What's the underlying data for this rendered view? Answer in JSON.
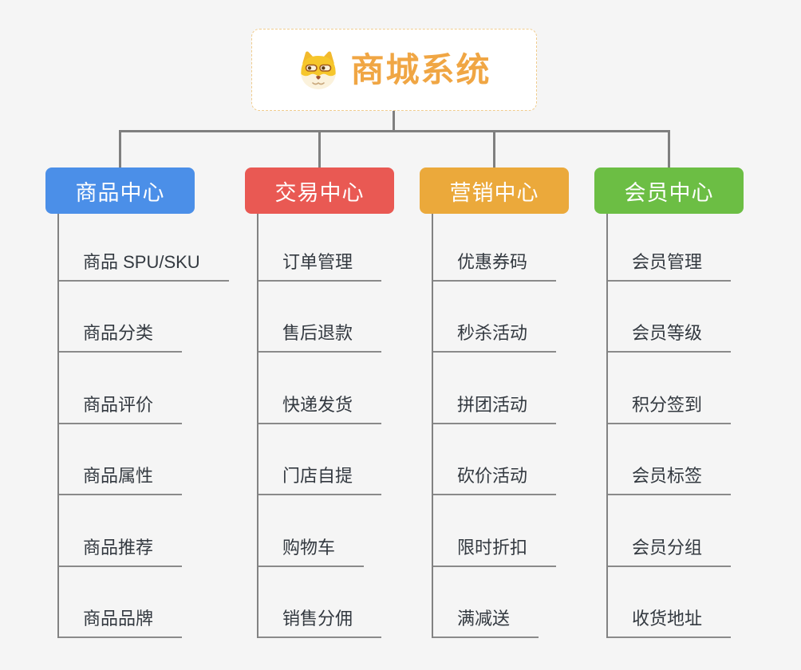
{
  "root": {
    "title": "商城系统",
    "icon": "doge-icon",
    "title_color": "#F0A644",
    "border_color": "#F0CC8E"
  },
  "connector_color": "#7F7F7F",
  "underline_color": "#8A8A8A",
  "background_color": "#F5F5F5",
  "branches": [
    {
      "label": "商品中心",
      "color": "#4B8FE8",
      "items": [
        "商品 SPU/SKU",
        "商品分类",
        "商品评价",
        "商品属性",
        "商品推荐",
        "商品品牌"
      ]
    },
    {
      "label": "交易中心",
      "color": "#E95953",
      "items": [
        "订单管理",
        "售后退款",
        "快递发货",
        "门店自提",
        "购物车",
        "销售分佣"
      ]
    },
    {
      "label": "营销中心",
      "color": "#EBA93B",
      "items": [
        "优惠券码",
        "秒杀活动",
        "拼团活动",
        "砍价活动",
        "限时折扣",
        "满减送"
      ]
    },
    {
      "label": "会员中心",
      "color": "#6CBE44",
      "items": [
        "会员管理",
        "会员等级",
        "积分签到",
        "会员标签",
        "会员分组",
        "收货地址"
      ]
    }
  ]
}
